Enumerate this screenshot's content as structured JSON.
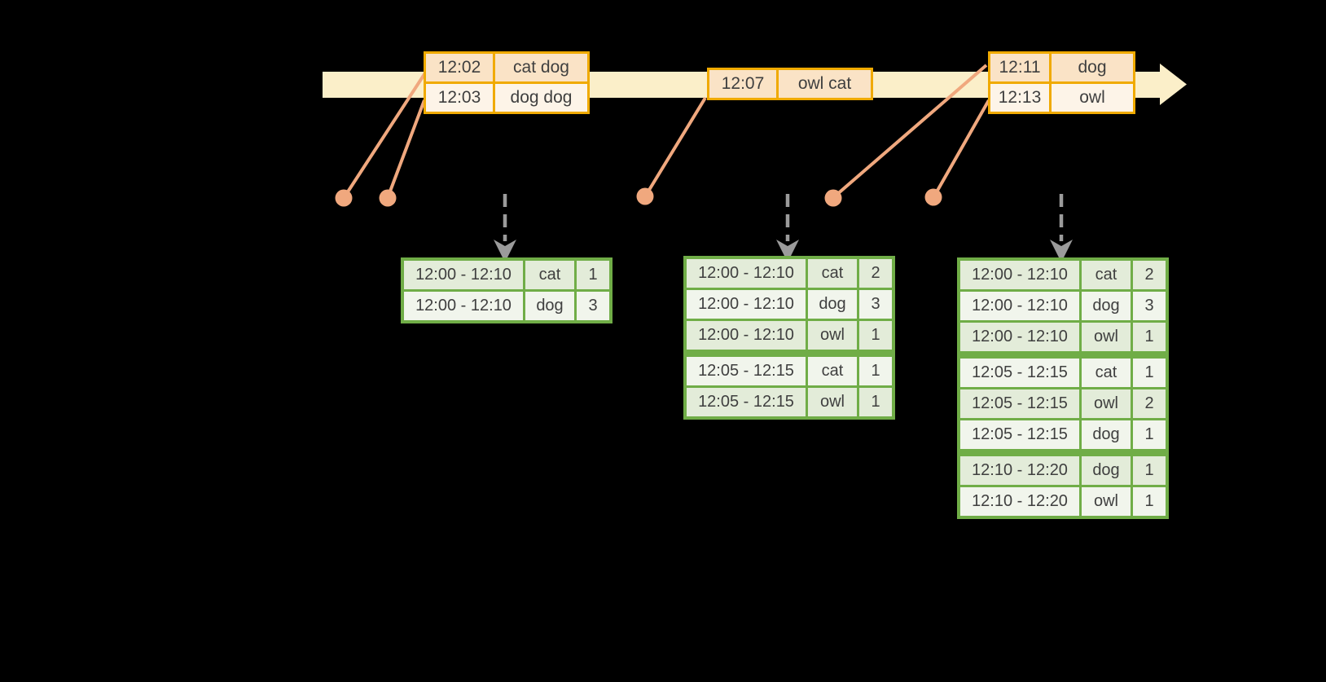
{
  "events": [
    {
      "time": "12:02",
      "words": "cat dog"
    },
    {
      "time": "12:03",
      "words": "dog dog"
    },
    {
      "time": "12:07",
      "words": "owl cat"
    },
    {
      "time": "12:11",
      "words": "dog"
    },
    {
      "time": "12:13",
      "words": "owl"
    }
  ],
  "results": [
    {
      "rows": [
        [
          "12:00 - 12:10",
          "cat",
          "1"
        ],
        [
          "12:00 - 12:10",
          "dog",
          "3"
        ]
      ]
    },
    {
      "rows": [
        [
          "12:00 - 12:10",
          "cat",
          "2"
        ],
        [
          "12:00 - 12:10",
          "dog",
          "3"
        ],
        [
          "12:00 - 12:10",
          "owl",
          "1"
        ],
        [
          "12:05 - 12:15",
          "cat",
          "1"
        ],
        [
          "12:05 - 12:15",
          "owl",
          "1"
        ]
      ]
    },
    {
      "rows": [
        [
          "12:00 - 12:10",
          "cat",
          "2"
        ],
        [
          "12:00 - 12:10",
          "dog",
          "3"
        ],
        [
          "12:00 - 12:10",
          "owl",
          "1"
        ],
        [
          "12:05 - 12:15",
          "cat",
          "1"
        ],
        [
          "12:05 - 12:15",
          "owl",
          "2"
        ],
        [
          "12:05 - 12:15",
          "dog",
          "1"
        ],
        [
          "12:10 - 12:20",
          "dog",
          "1"
        ],
        [
          "12:10 - 12:20",
          "owl",
          "1"
        ]
      ]
    }
  ],
  "colors": {
    "background": "#000000",
    "timeline-fill": "#FBEFC9",
    "event-border": "#F0AA00",
    "event-row-dark": "#FAE3C6",
    "event-row-light": "#FDF4E8",
    "connector": "#F0A87E",
    "trigger-arrow": "#9B9B9B",
    "result-border": "#70AD47",
    "result-row-dark": "#E3ECD9",
    "result-row-light": "#F1F5EC",
    "text": "#3F3F3F"
  }
}
